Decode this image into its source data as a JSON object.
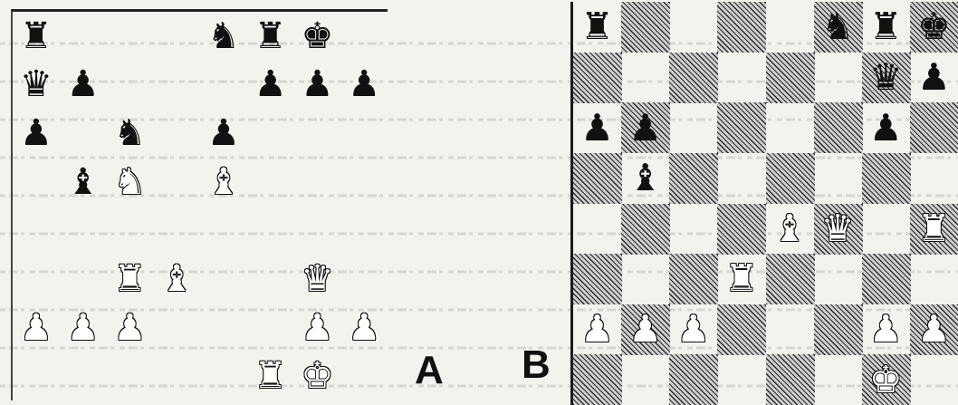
{
  "labels": {
    "board_a": "A",
    "board_b": "B"
  },
  "diagrams": [
    {
      "id": "A",
      "checkered": false,
      "pieces": [
        {
          "sq": "a8",
          "color": "black",
          "type": "rook",
          "glyph": "♜"
        },
        {
          "sq": "e8",
          "color": "black",
          "type": "knight",
          "glyph": "♞"
        },
        {
          "sq": "f8",
          "color": "black",
          "type": "rook",
          "glyph": "♜"
        },
        {
          "sq": "g8",
          "color": "black",
          "type": "king",
          "glyph": "♚"
        },
        {
          "sq": "a7",
          "color": "black",
          "type": "queen",
          "glyph": "♛"
        },
        {
          "sq": "b7",
          "color": "black",
          "type": "pawn",
          "glyph": "♟"
        },
        {
          "sq": "f7",
          "color": "black",
          "type": "pawn",
          "glyph": "♟"
        },
        {
          "sq": "g7",
          "color": "black",
          "type": "pawn",
          "glyph": "♟"
        },
        {
          "sq": "h7",
          "color": "black",
          "type": "pawn",
          "glyph": "♟"
        },
        {
          "sq": "a6",
          "color": "black",
          "type": "pawn",
          "glyph": "♟"
        },
        {
          "sq": "c6",
          "color": "black",
          "type": "knight",
          "glyph": "♞"
        },
        {
          "sq": "e6",
          "color": "black",
          "type": "pawn",
          "glyph": "♟"
        },
        {
          "sq": "b5",
          "color": "black",
          "type": "bishop",
          "glyph": "♝"
        },
        {
          "sq": "c5",
          "color": "white",
          "type": "knight",
          "glyph": "♞"
        },
        {
          "sq": "e5",
          "color": "white",
          "type": "bishop",
          "glyph": "♝"
        },
        {
          "sq": "c3",
          "color": "white",
          "type": "rook",
          "glyph": "♜"
        },
        {
          "sq": "d3",
          "color": "white",
          "type": "bishop",
          "glyph": "♝"
        },
        {
          "sq": "g3",
          "color": "white",
          "type": "queen",
          "glyph": "♛"
        },
        {
          "sq": "a2",
          "color": "white",
          "type": "pawn",
          "glyph": "♟"
        },
        {
          "sq": "b2",
          "color": "white",
          "type": "pawn",
          "glyph": "♟"
        },
        {
          "sq": "c2",
          "color": "white",
          "type": "pawn",
          "glyph": "♟"
        },
        {
          "sq": "g2",
          "color": "white",
          "type": "pawn",
          "glyph": "♟"
        },
        {
          "sq": "h2",
          "color": "white",
          "type": "pawn",
          "glyph": "♟"
        },
        {
          "sq": "f1",
          "color": "white",
          "type": "rook",
          "glyph": "♜"
        },
        {
          "sq": "g1",
          "color": "white",
          "type": "king",
          "glyph": "♚"
        }
      ]
    },
    {
      "id": "B",
      "checkered": true,
      "pieces": [
        {
          "sq": "a8",
          "color": "black",
          "type": "rook",
          "glyph": "♜"
        },
        {
          "sq": "f8",
          "color": "black",
          "type": "knight",
          "glyph": "♞"
        },
        {
          "sq": "g8",
          "color": "black",
          "type": "rook",
          "glyph": "♜"
        },
        {
          "sq": "h8",
          "color": "black",
          "type": "king",
          "glyph": "♚"
        },
        {
          "sq": "g7",
          "color": "black",
          "type": "queen",
          "glyph": "♛"
        },
        {
          "sq": "h7",
          "color": "black",
          "type": "pawn",
          "glyph": "♟"
        },
        {
          "sq": "a6",
          "color": "black",
          "type": "pawn",
          "glyph": "♟"
        },
        {
          "sq": "b6",
          "color": "black",
          "type": "pawn",
          "glyph": "♟"
        },
        {
          "sq": "g6",
          "color": "black",
          "type": "pawn",
          "glyph": "♟"
        },
        {
          "sq": "b5",
          "color": "black",
          "type": "bishop",
          "glyph": "♝"
        },
        {
          "sq": "e4",
          "color": "white",
          "type": "bishop",
          "glyph": "♝"
        },
        {
          "sq": "f4",
          "color": "white",
          "type": "queen",
          "glyph": "♛"
        },
        {
          "sq": "h4",
          "color": "white",
          "type": "rook",
          "glyph": "♜"
        },
        {
          "sq": "d3",
          "color": "white",
          "type": "rook",
          "glyph": "♜"
        },
        {
          "sq": "a2",
          "color": "white",
          "type": "pawn",
          "glyph": "♟"
        },
        {
          "sq": "b2",
          "color": "white",
          "type": "pawn",
          "glyph": "♟"
        },
        {
          "sq": "c2",
          "color": "white",
          "type": "pawn",
          "glyph": "♟"
        },
        {
          "sq": "g2",
          "color": "white",
          "type": "pawn",
          "glyph": "♟"
        },
        {
          "sq": "h2",
          "color": "white",
          "type": "pawn",
          "glyph": "♟"
        },
        {
          "sq": "g1",
          "color": "white",
          "type": "king",
          "glyph": "♚"
        }
      ]
    }
  ],
  "colors": {
    "ink": "#111111",
    "paper": "#f3f2ee",
    "hatch": "#2b2b2b"
  }
}
